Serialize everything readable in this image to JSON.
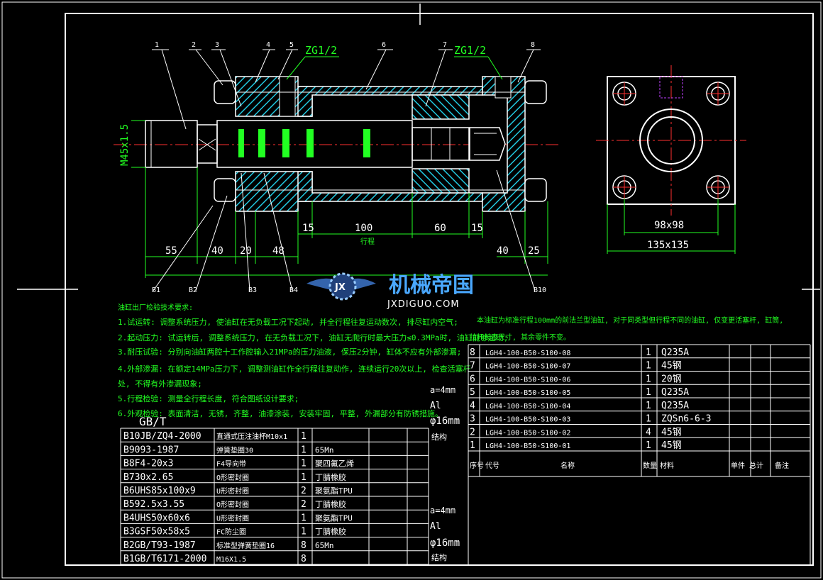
{
  "drawing": {
    "thread_label": "M45x1.5",
    "port_labels": [
      "ZG1/2",
      "ZG1/2"
    ],
    "part_balloons": [
      "1",
      "2",
      "3",
      "4",
      "5",
      "6",
      "7",
      "8"
    ],
    "seal_balloons": [
      "B1",
      "B2",
      "B3",
      "B4",
      "B10"
    ],
    "dims_bottom": [
      "55",
      "40",
      "20",
      "48"
    ],
    "dims_body": [
      "15",
      "100",
      "60",
      "15"
    ],
    "stroke_label": "行程",
    "dims_right": [
      "40",
      "25"
    ],
    "side_dims": [
      "98x98",
      "135x135"
    ]
  },
  "logo": {
    "badge": "JX",
    "name": "机械帝国",
    "url": "JXDIGUO.COM"
  },
  "notes": {
    "title": "油缸出厂检验技术要求:",
    "items": [
      "1.试运转: 调整系统压力, 使油缸在无负载工况下起动, 并全行程往复运动数次, 排尽缸内空气;",
      "2.起动压力: 试运转后, 调整系统压力, 在无负载工况下, 油缸无爬行时最大压力≤0.3MPa时, 油缸能够起动;",
      "3.耐压试验: 分别向油缸两腔十工作腔输入21MPa的压力油液, 保压2分钟, 缸体不应有外部渗漏;",
      "4.外部渗漏: 在额定14MPa压力下, 调整测油缸作全行程往复动作, 连续运行20次以上, 检查活塞杆",
      "处, 不得有外渗漏现象;",
      "5.行程检验: 测量全行程长度, 符合图纸设计要求;",
      "6.外观检验: 表面清洁, 无锈, 齐整, 油漆涂装, 安装牢固, 平整, 外漏部分有防锈措施。"
    ],
    "right_note_line1": "本油缸为标准行程100mm的前法兰型油缸, 对于同类型但行程不同的油缸, 仅变更活塞杆, 缸筒,",
    "right_note_line2": "拉杆长度尺寸, 其余零件不变。"
  },
  "standards_label": "GB/T",
  "bom_right": {
    "rows": [
      {
        "no": "8",
        "code": "LGH4-100-B50-S100-08",
        "qty": "1",
        "mat": "Q235A"
      },
      {
        "no": "7",
        "code": "LGH4-100-B50-S100-07",
        "qty": "1",
        "mat": "45钢"
      },
      {
        "no": "6",
        "code": "LGH4-100-B50-S100-06",
        "qty": "1",
        "mat": "20钢"
      },
      {
        "no": "5",
        "code": "LGH4-100-B50-S100-05",
        "qty": "1",
        "mat": "Q235A"
      },
      {
        "no": "4",
        "code": "LGH4-100-B50-S100-04",
        "qty": "1",
        "mat": "Q235A"
      },
      {
        "no": "3",
        "code": "LGH4-100-B50-S100-03",
        "qty": "1",
        "mat": "ZQSn6-6-3"
      },
      {
        "no": "2",
        "code": "LGH4-100-B50-S100-02",
        "qty": "4",
        "mat": "45钢"
      },
      {
        "no": "1",
        "code": "LGH4-100-B50-S100-01",
        "qty": "1",
        "mat": "45钢"
      }
    ],
    "header": {
      "no": "序号",
      "code": "代号",
      "name": "名称",
      "qty": "数量",
      "mat": "材料",
      "weight": "单件 总计",
      "remark": "备注"
    }
  },
  "bom_left": {
    "rows": [
      {
        "code": "B10JB/ZQ4-2000",
        "name": "直通式压注油杯M10x1",
        "qty": "1",
        "mat": ""
      },
      {
        "code": "B9093-1987",
        "name": "弹簧垫圈30",
        "qty": "1",
        "mat": "65Mn"
      },
      {
        "code": "B8F4-20x3",
        "name": "F4导向带",
        "qty": "1",
        "mat": "聚四氟乙烯"
      },
      {
        "code": "B730x2.65",
        "name": "O形密封圈",
        "qty": "1",
        "mat": "丁腈橡胶"
      },
      {
        "code": "B6UHS85x100x9",
        "name": "U形密封圈",
        "qty": "2",
        "mat": "聚氨酯TPU"
      },
      {
        "code": "B592.5x3.55",
        "name": "O形密封圈",
        "qty": "2",
        "mat": "丁腈橡胶"
      },
      {
        "code": "B4UHS50x60x6",
        "name": "U形密封圈",
        "qty": "1",
        "mat": "聚氨酯TPU"
      },
      {
        "code": "B3GSF50x58x5",
        "name": "FC防尘圈",
        "qty": "1",
        "mat": "丁腈橡胶"
      },
      {
        "code": "B2GB/T93-1987",
        "name": "标准型弹簧垫圈16",
        "qty": "8",
        "mat": "65Mn"
      },
      {
        "code": "B1GB/T6171-2000",
        "name": "M16X1.5",
        "qty": "8",
        "mat": ""
      }
    ]
  },
  "side_marks_upper": [
    "a=4mm",
    "Al",
    "φ16mm",
    "结构"
  ],
  "side_marks_lower": [
    "a=4mm",
    "Al",
    "φ16mm",
    "结构"
  ],
  "colors": {
    "hatch": "#22c8e0",
    "dim": "#2f2",
    "outline": "#ffffff",
    "center": "#ff3030",
    "bg": "#000000"
  }
}
